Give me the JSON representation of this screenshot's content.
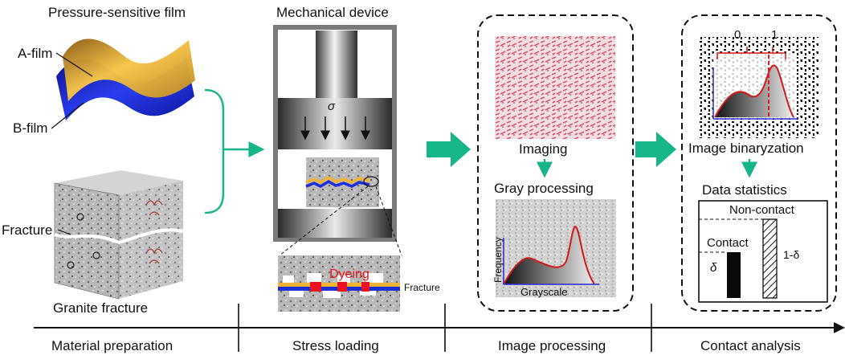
{
  "panels": {
    "material": {
      "title": "Pressure-sensitive film",
      "a_film": "A-film",
      "b_film": "B-film",
      "fracture": "Fracture",
      "caption": "Granite fracture"
    },
    "mechanical": {
      "title": "Mechanical device",
      "sigma": "σ",
      "dyeing": "Dyeing",
      "fracture": "Fracture"
    },
    "image_processing": {
      "imaging": "Imaging",
      "gray": "Gray processing",
      "frequency": "Frequency",
      "grayscale": "Grayscale"
    },
    "contact": {
      "binarization": "Image binaryzation",
      "tick_0": "0",
      "tick_1": "1",
      "statistics": "Data statistics",
      "non_contact": "Non-contact",
      "contact": "Contact",
      "delta": "δ",
      "one_minus_delta": "1-δ"
    }
  },
  "stages": [
    "Material preparation",
    "Stress loading",
    "Image processing",
    "Contact analysis"
  ],
  "colors": {
    "teal_arrow": "#17b58a",
    "film_gold": "#f2b233",
    "film_blue": "#1c2fd6",
    "dye_red": "#e8141e",
    "curve_red": "#d21a1a",
    "axis_blue": "#2a2ad8"
  }
}
